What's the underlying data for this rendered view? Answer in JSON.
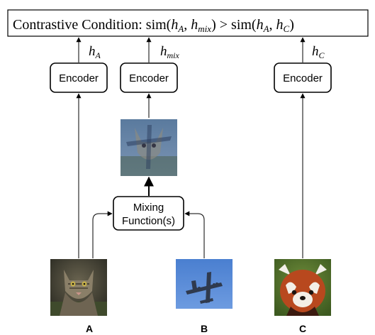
{
  "title": {
    "prefix": "Contrastive Condition: ",
    "sim_open_1": "sim(",
    "h1": "h",
    "h1_sub": "A",
    "comma1": ", ",
    "h2": "h",
    "h2_sub": "mix",
    "sim_close_1": ")",
    "gt": " > ",
    "sim_open_2": "sim(",
    "h3": "h",
    "h3_sub": "A",
    "comma2": ", ",
    "h4": "h",
    "h4_sub": "C",
    "sim_close_2": ")"
  },
  "labels": {
    "hA": "h",
    "hA_sub": "A",
    "hmix": "h",
    "hmix_sub": "mix",
    "hC": "h",
    "hC_sub": "C"
  },
  "encoders": {
    "left": "Encoder",
    "middle": "Encoder",
    "right": "Encoder"
  },
  "mixing": {
    "line1": "Mixing",
    "line2": "Function(s)"
  },
  "image_labels": {
    "A": "A",
    "B": "B",
    "C": "C"
  },
  "images": {
    "A": "cat-photo",
    "B": "airplane-photo",
    "C": "red-panda-photo",
    "mix": "mixed-cat-airplane-photo"
  }
}
